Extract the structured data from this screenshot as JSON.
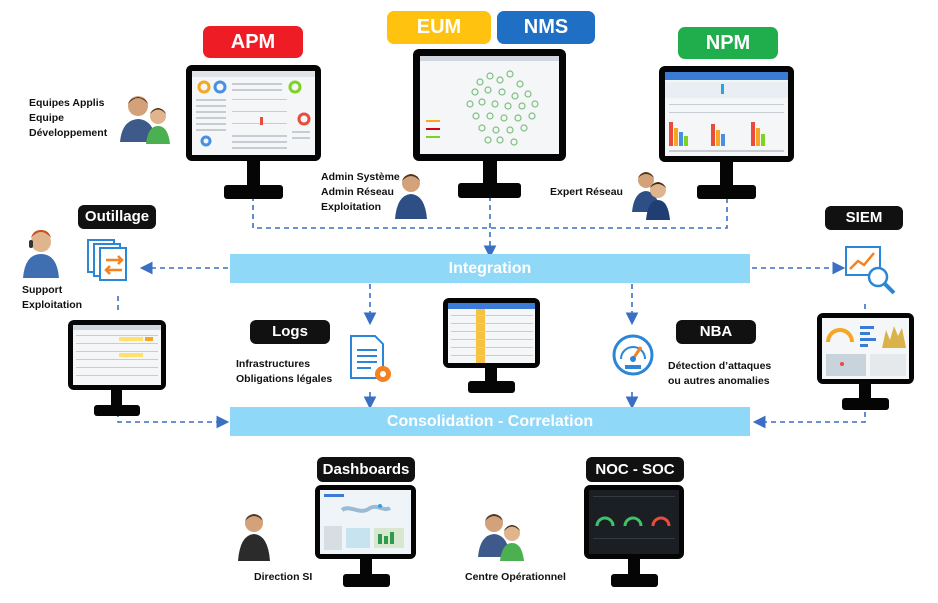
{
  "badges": {
    "apm": "APM",
    "eum": "EUM",
    "nms": "NMS",
    "npm": "NPM",
    "outillage": "Outillage",
    "siem": "SIEM",
    "logs": "Logs",
    "nba": "NBA",
    "dashboards": "Dashboards",
    "noc_soc": "NOC - SOC"
  },
  "bars": {
    "integration": "Integration",
    "consolidation": "Consolidation - Correlation"
  },
  "labels": {
    "equipes_line1": "Equipes Applis",
    "equipes_line2": "Equipe",
    "equipes_line3": "Développement",
    "admin_line1": "Admin Système",
    "admin_line2": "Admin Réseau",
    "admin_line3": "Exploitation",
    "expert": "Expert Réseau",
    "support_line1": "Support",
    "support_line2": "Exploitation",
    "infra_line1": "Infrastructures",
    "infra_line2": "Obligations légales",
    "detection_line1": "Détection d’attaques",
    "detection_line2": "ou autres anomalies",
    "direction": "Direction SI",
    "centre": "Centre Opérationnel"
  },
  "colors": {
    "apm": "#ee1c25",
    "eum": "#ffc20e",
    "nms": "#1f6fc5",
    "npm": "#1fae4b",
    "bar": "#8fd8f8",
    "connector": "#3a6fc4"
  },
  "icons": [
    "user-group-icon",
    "user-icon",
    "documents-exchange-icon",
    "chart-magnifier-icon",
    "document-gear-icon",
    "speedometer-icon"
  ]
}
